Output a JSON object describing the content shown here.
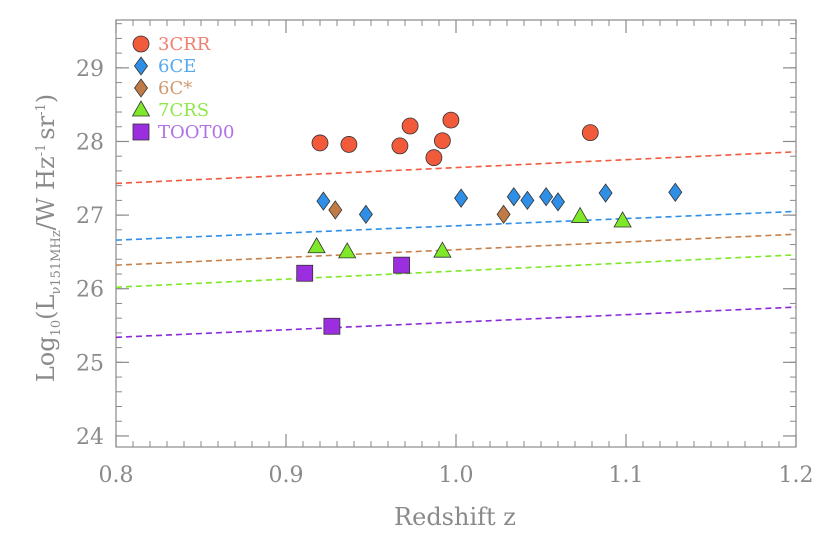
{
  "chart_data": {
    "type": "scatter",
    "xlabel": "Redshift z",
    "ylabel": {
      "prefix": "Log",
      "prefix_sub": "10",
      "lum": "L",
      "lum_sub": "ν151MHz",
      "unit": "/W Hz",
      "unit_exp1": "-1",
      "unit2": "sr",
      "unit_exp2": "-1"
    },
    "xlim": [
      0.8,
      1.2
    ],
    "ylim": [
      23.85,
      29.65
    ],
    "x_ticks": [
      0.8,
      0.9,
      1.0,
      1.1,
      1.2
    ],
    "x_tick_labels": [
      "0.8",
      "0.9",
      "1.0",
      "1.1",
      "1.2"
    ],
    "y_ticks": [
      24,
      25,
      26,
      27,
      28,
      29
    ],
    "y_tick_labels": [
      "24",
      "25",
      "26",
      "27",
      "28",
      "29"
    ],
    "x_minor_step": 0.01,
    "y_minor_step": 0.2,
    "legend_position": "top-left",
    "series": [
      {
        "name": "3CRR",
        "marker": "circle",
        "color": "#f25a3c",
        "line_color": "#f05a3e",
        "label_color": "#f08070",
        "line": [
          27.43,
          27.86
        ],
        "x": [
          0.92,
          0.937,
          0.967,
          0.973,
          0.987,
          0.992,
          0.997,
          1.079
        ],
        "y": [
          27.98,
          27.96,
          27.94,
          28.21,
          27.78,
          28.01,
          28.29,
          28.12
        ]
      },
      {
        "name": "6CE",
        "marker": "diamond",
        "color": "#2f8fe6",
        "line_color": "#2f8fe6",
        "label_color": "#55a9ee",
        "line": [
          26.66,
          27.05
        ],
        "x": [
          0.922,
          0.947,
          1.003,
          1.034,
          1.042,
          1.053,
          1.06,
          1.088,
          1.129
        ],
        "y": [
          27.19,
          27.01,
          27.23,
          27.25,
          27.2,
          27.25,
          27.18,
          27.3,
          27.31
        ]
      },
      {
        "name": "6C*",
        "marker": "diamond",
        "color": "#c07a45",
        "line_color": "#c8804a",
        "label_color": "#cf9a70",
        "line": [
          26.32,
          26.74
        ],
        "x": [
          0.929,
          1.028
        ],
        "y": [
          27.07,
          27.01
        ]
      },
      {
        "name": "7CRS",
        "marker": "triangle",
        "color": "#7ee829",
        "line_color": "#7ee829",
        "label_color": "#8ee84a",
        "line": [
          26.02,
          26.46
        ],
        "x": [
          0.918,
          0.936,
          0.992,
          1.073,
          1.098
        ],
        "y": [
          26.57,
          26.5,
          26.51,
          26.98,
          26.92
        ]
      },
      {
        "name": "TOOT00",
        "marker": "square",
        "color": "#9b2fe0",
        "line_color": "#8a2ad6",
        "label_color": "#b070e8",
        "line": [
          25.34,
          25.75
        ],
        "x": [
          0.911,
          0.927,
          0.968
        ],
        "y": [
          26.21,
          25.49,
          26.32
        ]
      }
    ]
  }
}
